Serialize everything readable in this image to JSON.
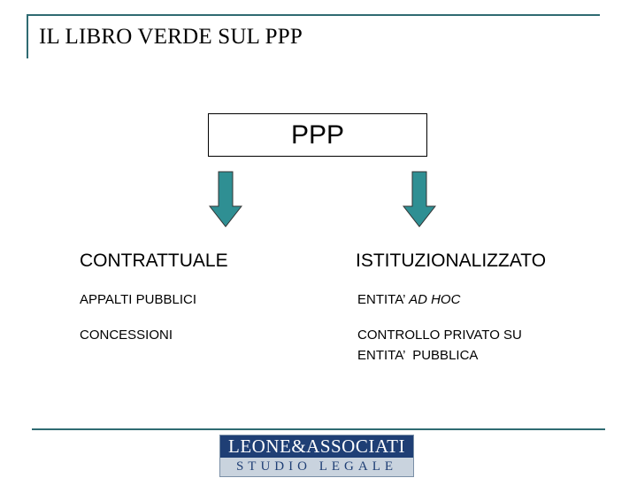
{
  "title": "IL LIBRO VERDE SUL PPP",
  "root_node": "PPP",
  "left_branch": {
    "heading": "CONTRATTUALE",
    "items": [
      "APPALTI PUBBLICI",
      "CONCESSIONI"
    ]
  },
  "right_branch": {
    "heading": "ISTITUZIONALIZZATO",
    "items": [
      {
        "prefix": "ENTITA’ ",
        "emphasis": "AD HOC"
      },
      {
        "line1": "CONTROLLO PRIVATO SU",
        "line2": "ENTITA’  PUBBLICA"
      }
    ]
  },
  "logo": {
    "name": "LEONE&ASSOCIATI",
    "subtitle": "STUDIO LEGALE"
  },
  "colors": {
    "frame": "#2f6b72",
    "arrow": "#2f8f93",
    "logo_blue": "#1f3f75"
  }
}
